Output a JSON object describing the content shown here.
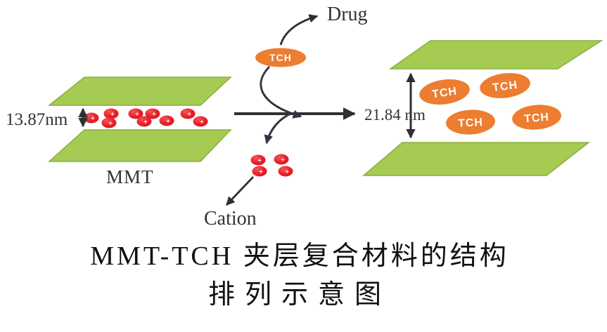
{
  "figure": {
    "left_spacing_label": "13.87nm",
    "right_spacing_label": "21.84 nm",
    "mmt_label": "MMT",
    "drug_label": "Drug",
    "cation_label": "Cation",
    "tch_label": "TCH",
    "plus_sign": "+"
  },
  "caption": {
    "line1": "MMT-TCH 夹层复合材料的结构",
    "line2": "排列示意图"
  },
  "colors": {
    "layer_green": "#a6cb52",
    "layer_edge": "#8cae3e",
    "cation_red": "#e8222a",
    "tch_orange": "#ed7d31",
    "arrow_dark": "#2f2f2f",
    "swoosh_dark": "#2f3640"
  }
}
